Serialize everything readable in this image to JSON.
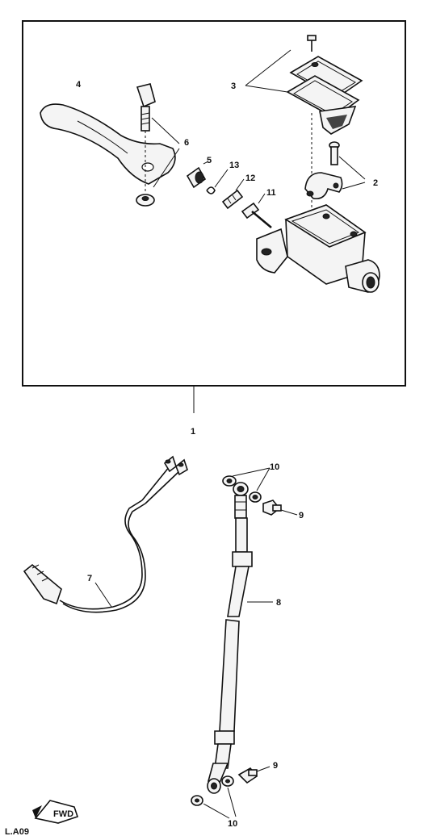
{
  "diagram": {
    "callouts": {
      "c1": "1",
      "c2": "2",
      "c3": "3",
      "c4": "4",
      "c5": "5",
      "c6": "6",
      "c7": "7",
      "c8": "8",
      "c9a": "9",
      "c9b": "9",
      "c10a": "10",
      "c10b": "10",
      "c11": "11",
      "c12": "12",
      "c13": "13"
    },
    "fwd_label": "FWD",
    "corner_code": "L.A09"
  }
}
